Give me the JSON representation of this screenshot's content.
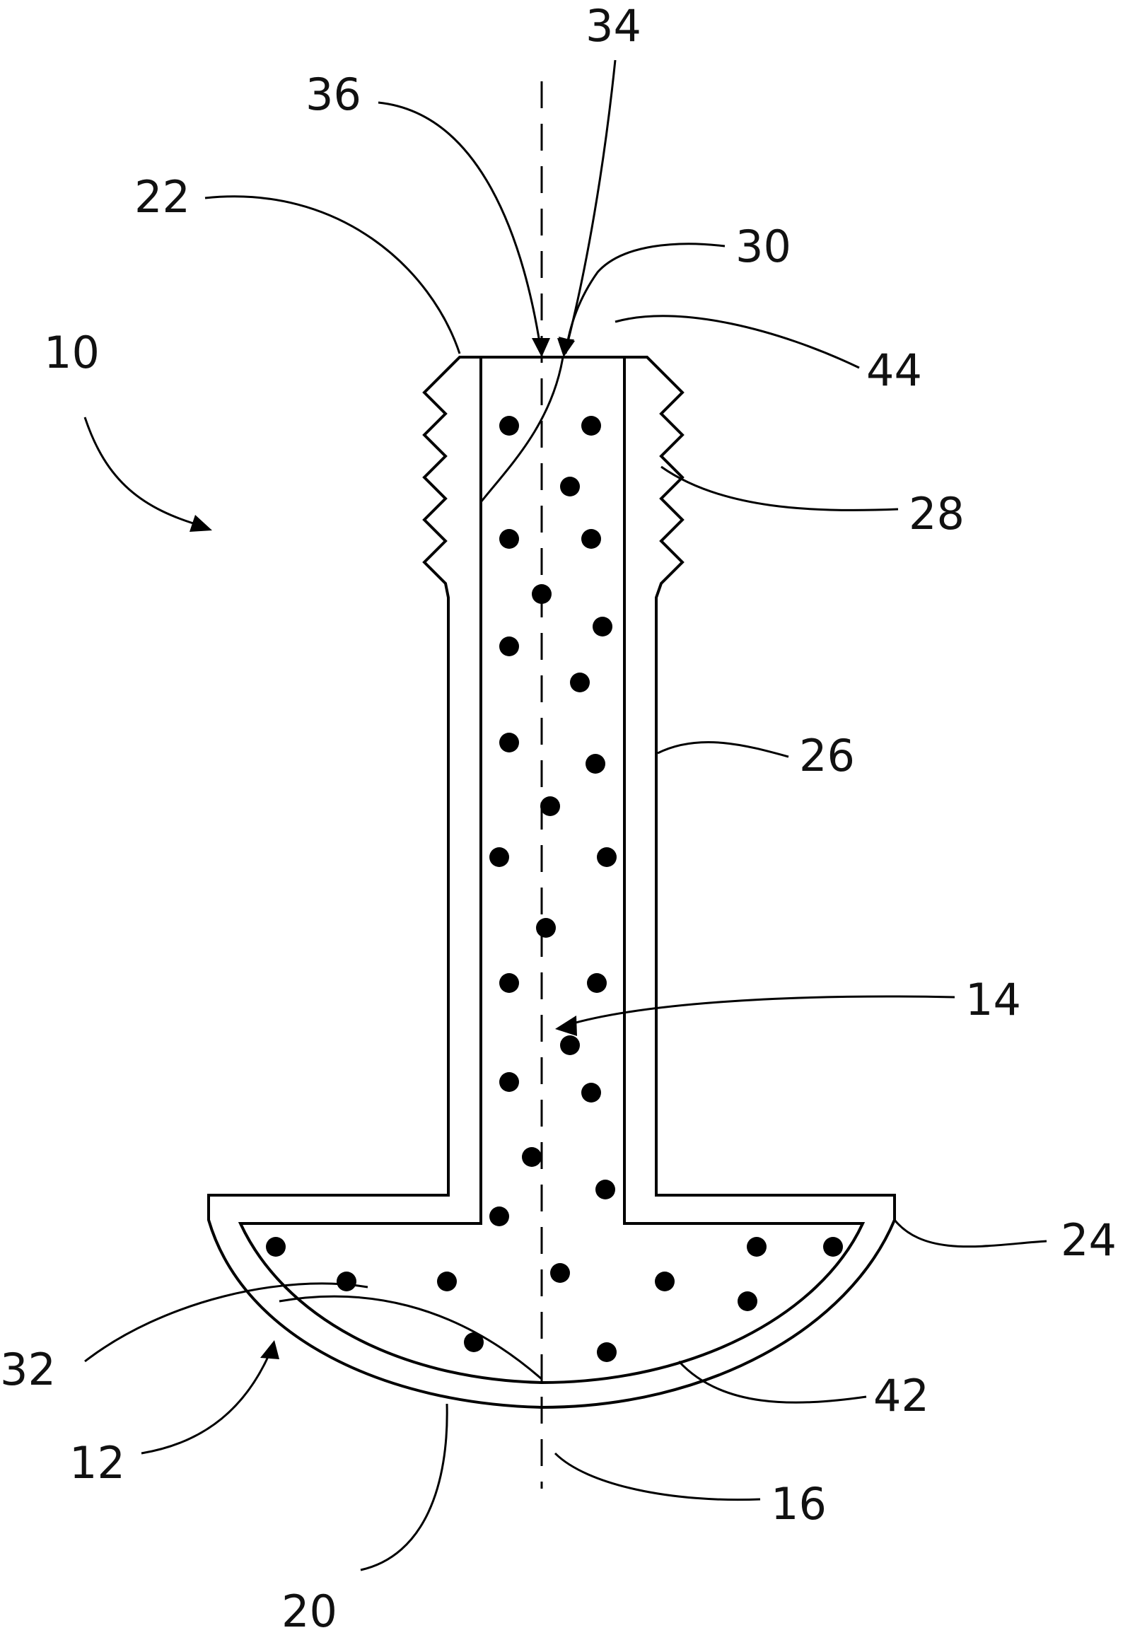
{
  "figure": {
    "reference_numerals": {
      "n10": "10",
      "n12": "12",
      "n14": "14",
      "n16": "16",
      "n20": "20",
      "n22": "22",
      "n24": "24",
      "n26": "26",
      "n28": "28",
      "n30": "30",
      "n32": "32",
      "n34": "34",
      "n36": "36",
      "n42": "42",
      "n44": "44"
    },
    "particle_count": 35
  }
}
